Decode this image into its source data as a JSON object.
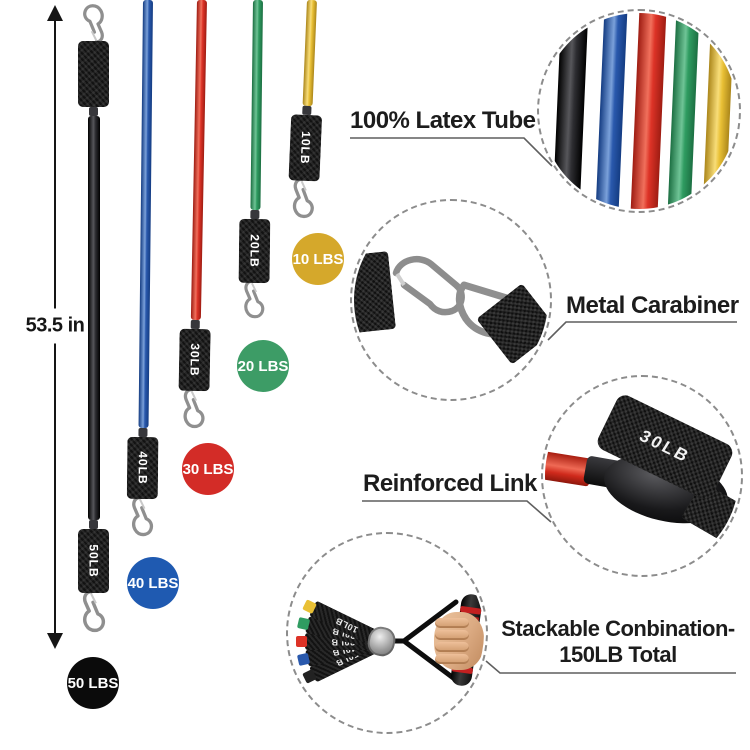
{
  "measurement": {
    "label": "53.5 in"
  },
  "bands": [
    {
      "name": "black",
      "sleeve_label": "50LB",
      "badge_label": "50 LBS",
      "tube_color": "#1b1b1d",
      "badge_color": "#0b0b0b"
    },
    {
      "name": "blue",
      "sleeve_label": "40LB",
      "badge_label": "40 LBS",
      "tube_color": "#2a59ad",
      "badge_color": "#1f5ab1"
    },
    {
      "name": "red",
      "sleeve_label": "30LB",
      "badge_label": "30 LBS",
      "tube_color": "#dd3327",
      "badge_color": "#d32c27"
    },
    {
      "name": "green",
      "sleeve_label": "20LB",
      "badge_label": "20 LBS",
      "tube_color": "#2f9c61",
      "badge_color": "#3d9c66"
    },
    {
      "name": "yellow",
      "sleeve_label": "10LB",
      "badge_label": "10 LBS",
      "tube_color": "#e9c035",
      "badge_color": "#d5a82b"
    }
  ],
  "callouts": {
    "latex": {
      "label": "100% Latex Tube"
    },
    "carabiner": {
      "label": "Metal Carabiner"
    },
    "reinforced": {
      "label": "Reinforced Link",
      "sleeve_label": "30LB"
    },
    "stackable": {
      "label_line1": "Stackable Conbination-",
      "label_line2": "150LB Total",
      "fan_labels": [
        "50LB",
        "40LB",
        "30LB",
        "20LB",
        "10LB"
      ]
    }
  },
  "colors": {
    "line": "#5f5f5f",
    "arrow": "#151515",
    "dashed_circle": "#8c8c8c",
    "label_text": "#1c1c1c"
  }
}
